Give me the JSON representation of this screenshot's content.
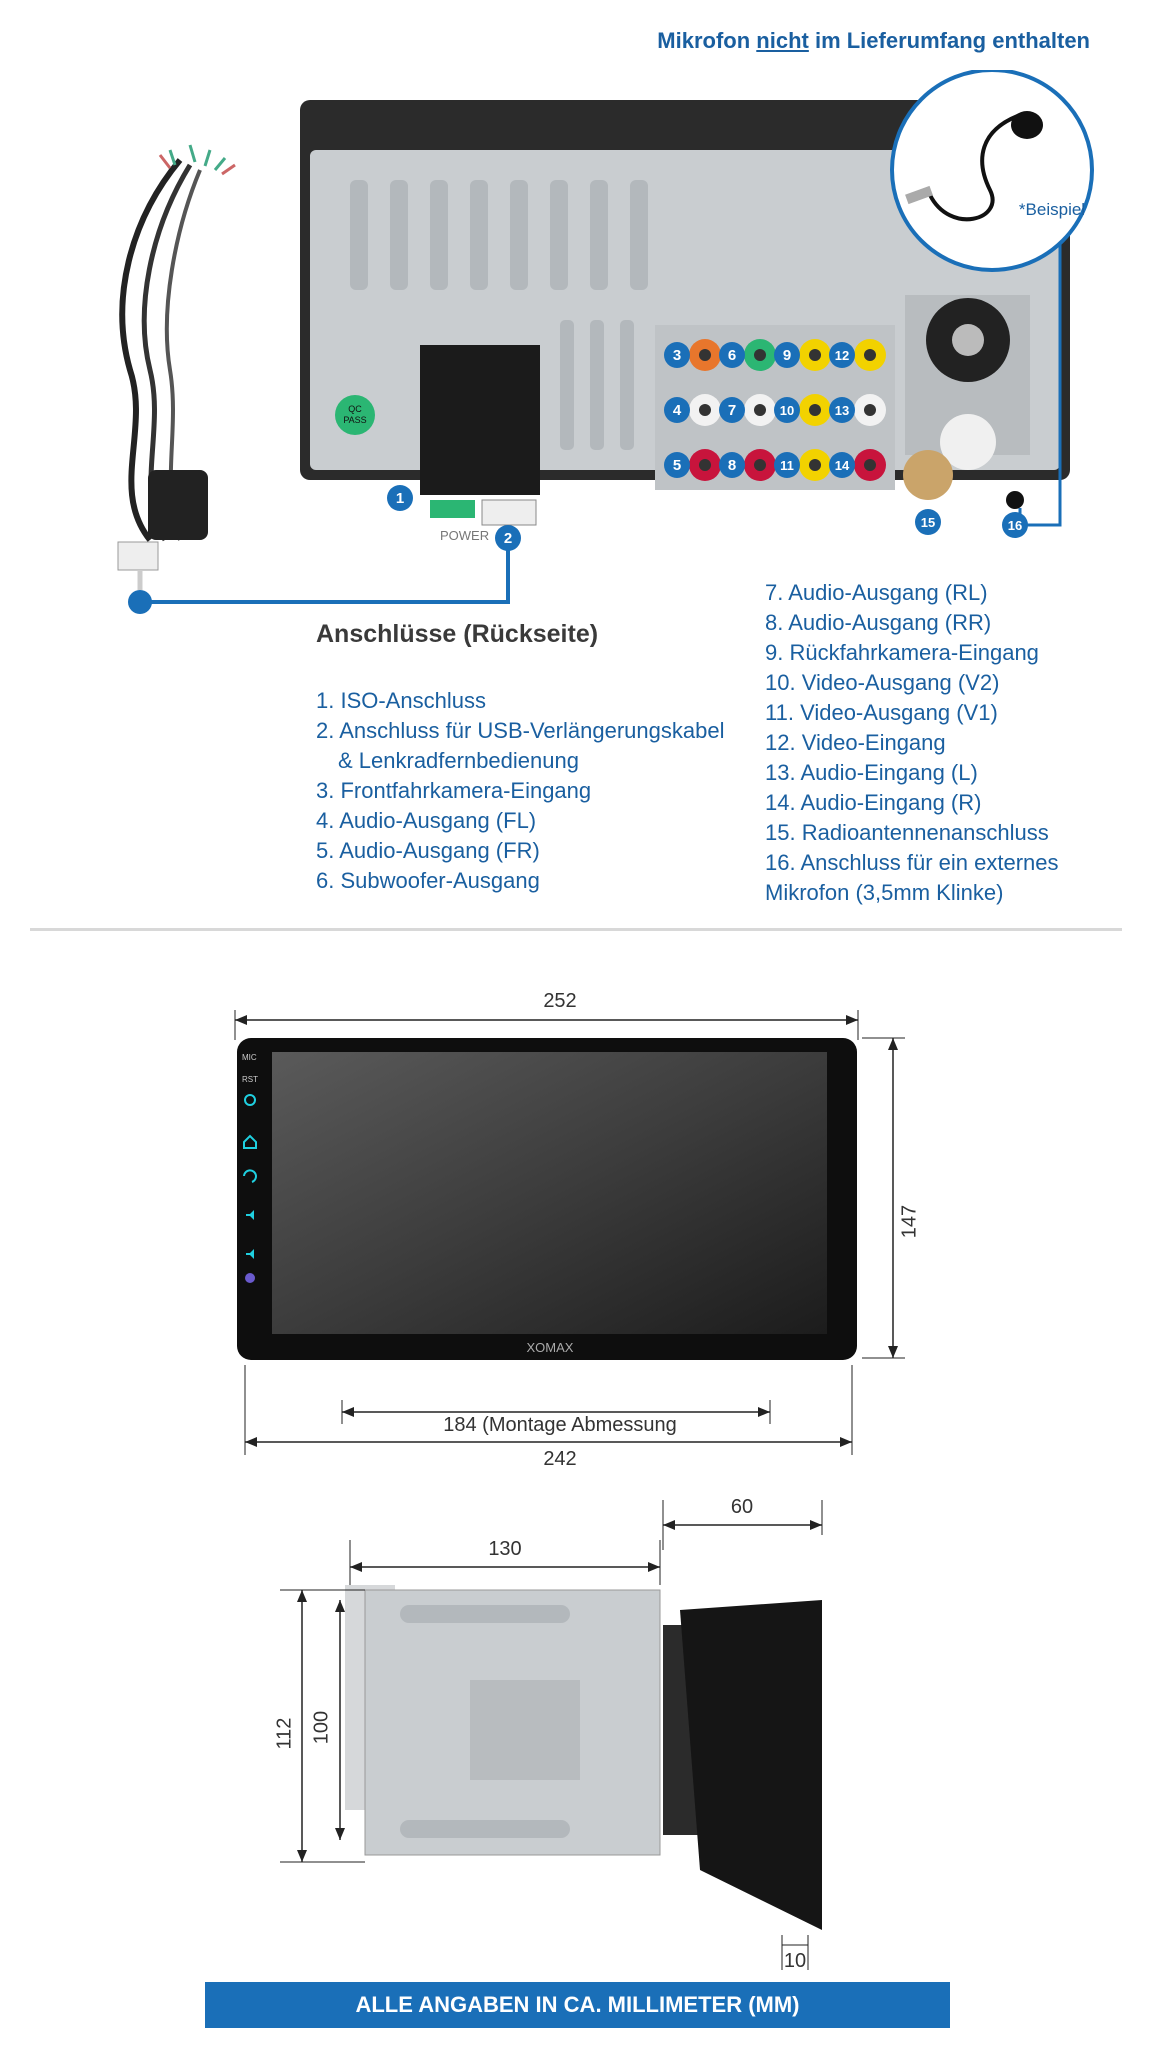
{
  "notice": {
    "pre": "Mikrofon ",
    "emph": "nicht",
    "post": " im Lieferumfang enthalten"
  },
  "mic_callout": {
    "label": "*Beispiel"
  },
  "back_panel": {
    "power_label": "POWER",
    "qc_badge": [
      "QC",
      "PASS"
    ],
    "port_numbers": [
      "1",
      "2",
      "3",
      "4",
      "5",
      "6",
      "7",
      "8",
      "9",
      "10",
      "11",
      "12",
      "13",
      "14",
      "15",
      "16"
    ],
    "port_colors": {
      "orange": "#e8762c",
      "green": "#2bb673",
      "yellow": "#f2d200",
      "white": "#f2f2f2",
      "red": "#c8143c",
      "marker": "#1a6fb8"
    }
  },
  "connections": {
    "heading": "Anschlüsse (Rückseite)",
    "left": [
      "1. ISO-Anschluss",
      "2. Anschluss für USB-Verlängerungskabel",
      "& Lenkradfernbedienung",
      "3. Frontfahrkamera-Eingang",
      "4. Audio-Ausgang (FL)",
      "5. Audio-Ausgang (FR)",
      "6. Subwoofer-Ausgang"
    ],
    "right": [
      "7. Audio-Ausgang (RL)",
      "8. Audio-Ausgang (RR)",
      "9. Rückfahrkamera-Eingang",
      "10. Video-Ausgang (V2)",
      "11. Video-Ausgang (V1)",
      "12. Video-Eingang",
      "13. Audio-Eingang (L)",
      "14. Audio-Eingang (R)",
      "15. Radioantennenanschluss",
      "16. Anschluss für ein externes",
      "Mikrofon (3,5mm Klinke)"
    ]
  },
  "front_view": {
    "brand": "XOMAX",
    "button_labels": [
      "MIC",
      "RST"
    ],
    "dims": {
      "top_width": "252",
      "height": "147",
      "mount": "184 (Montage Abmessung",
      "bottom_width": "242"
    }
  },
  "side_view": {
    "dims": {
      "depth_screen": "60",
      "depth_body": "130",
      "height_outer": "112",
      "height_inner": "100",
      "thickness": "10"
    }
  },
  "footer": "ALLE ANGABEN IN CA. MILLIMETER (MM)"
}
